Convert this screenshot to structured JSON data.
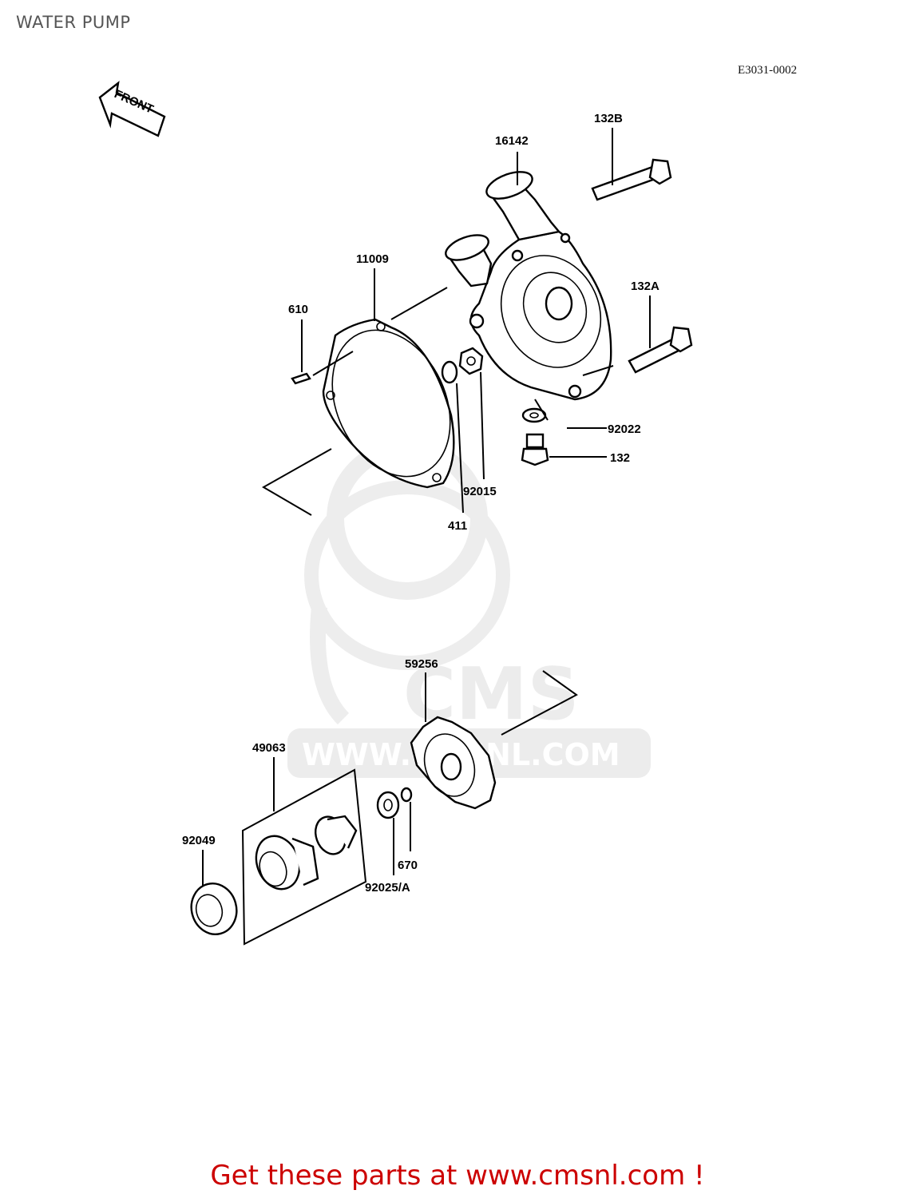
{
  "page": {
    "title": "WATER PUMP",
    "diagram_code": "E3031-0002",
    "cta": "Get these parts at www.cmsnl.com !"
  },
  "front_arrow": {
    "label": "FRONT"
  },
  "watermark": {
    "logo_text": "CMS",
    "url_text": "WWW.CMSNL.COM"
  },
  "parts": {
    "p132B": "132B",
    "p16142": "16142",
    "p11009": "11009",
    "p610": "610",
    "p132A": "132A",
    "p92022": "92022",
    "p132": "132",
    "p92015": "92015",
    "p411": "411",
    "p59256": "59256",
    "p49063": "49063",
    "p92049": "92049",
    "p670": "670",
    "p92025A": "92025/A"
  },
  "colors": {
    "cta": "#cc0000",
    "watermark": "#ececec",
    "line": "#000000"
  }
}
